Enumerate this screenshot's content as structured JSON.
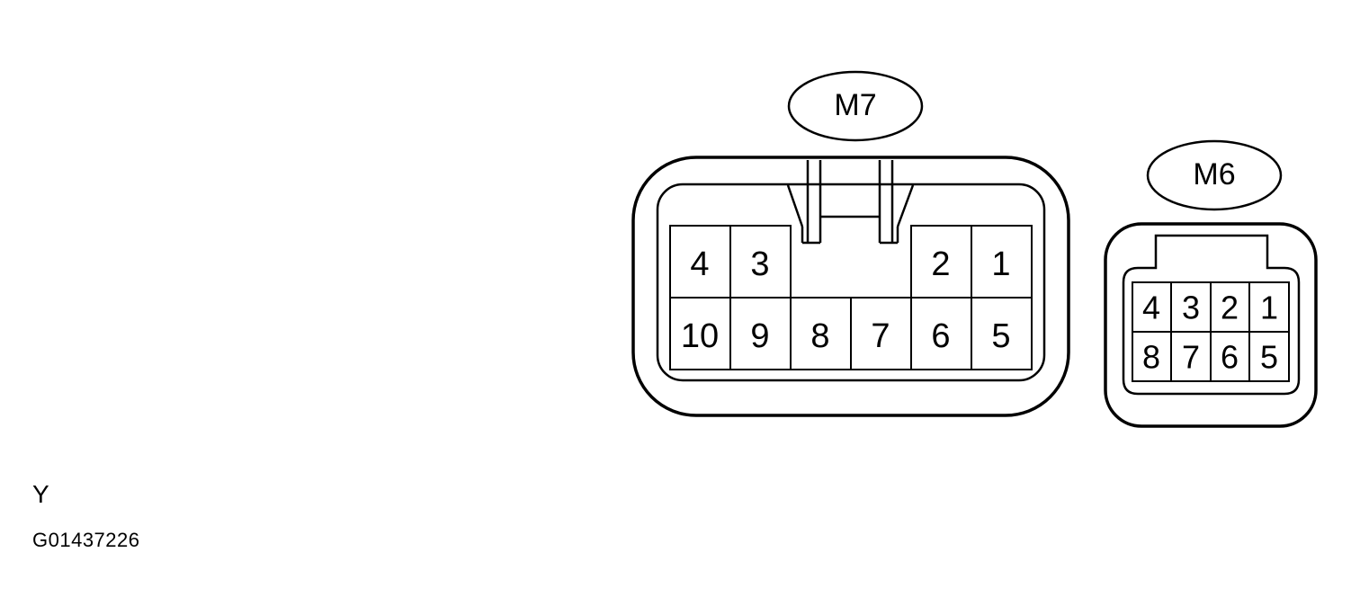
{
  "connectors": {
    "m7": {
      "label": "M7",
      "pins_top": [
        "4",
        "3",
        "2",
        "1"
      ],
      "pins_bottom": [
        "10",
        "9",
        "8",
        "7",
        "6",
        "5"
      ]
    },
    "m6": {
      "label": "M6",
      "pins_top": [
        "4",
        "3",
        "2",
        "1"
      ],
      "pins_bottom": [
        "8",
        "7",
        "6",
        "5"
      ]
    }
  },
  "color_code": "Y",
  "figure_id": "G01437226",
  "colors": {
    "line": "#000000",
    "background": "#ffffff"
  }
}
